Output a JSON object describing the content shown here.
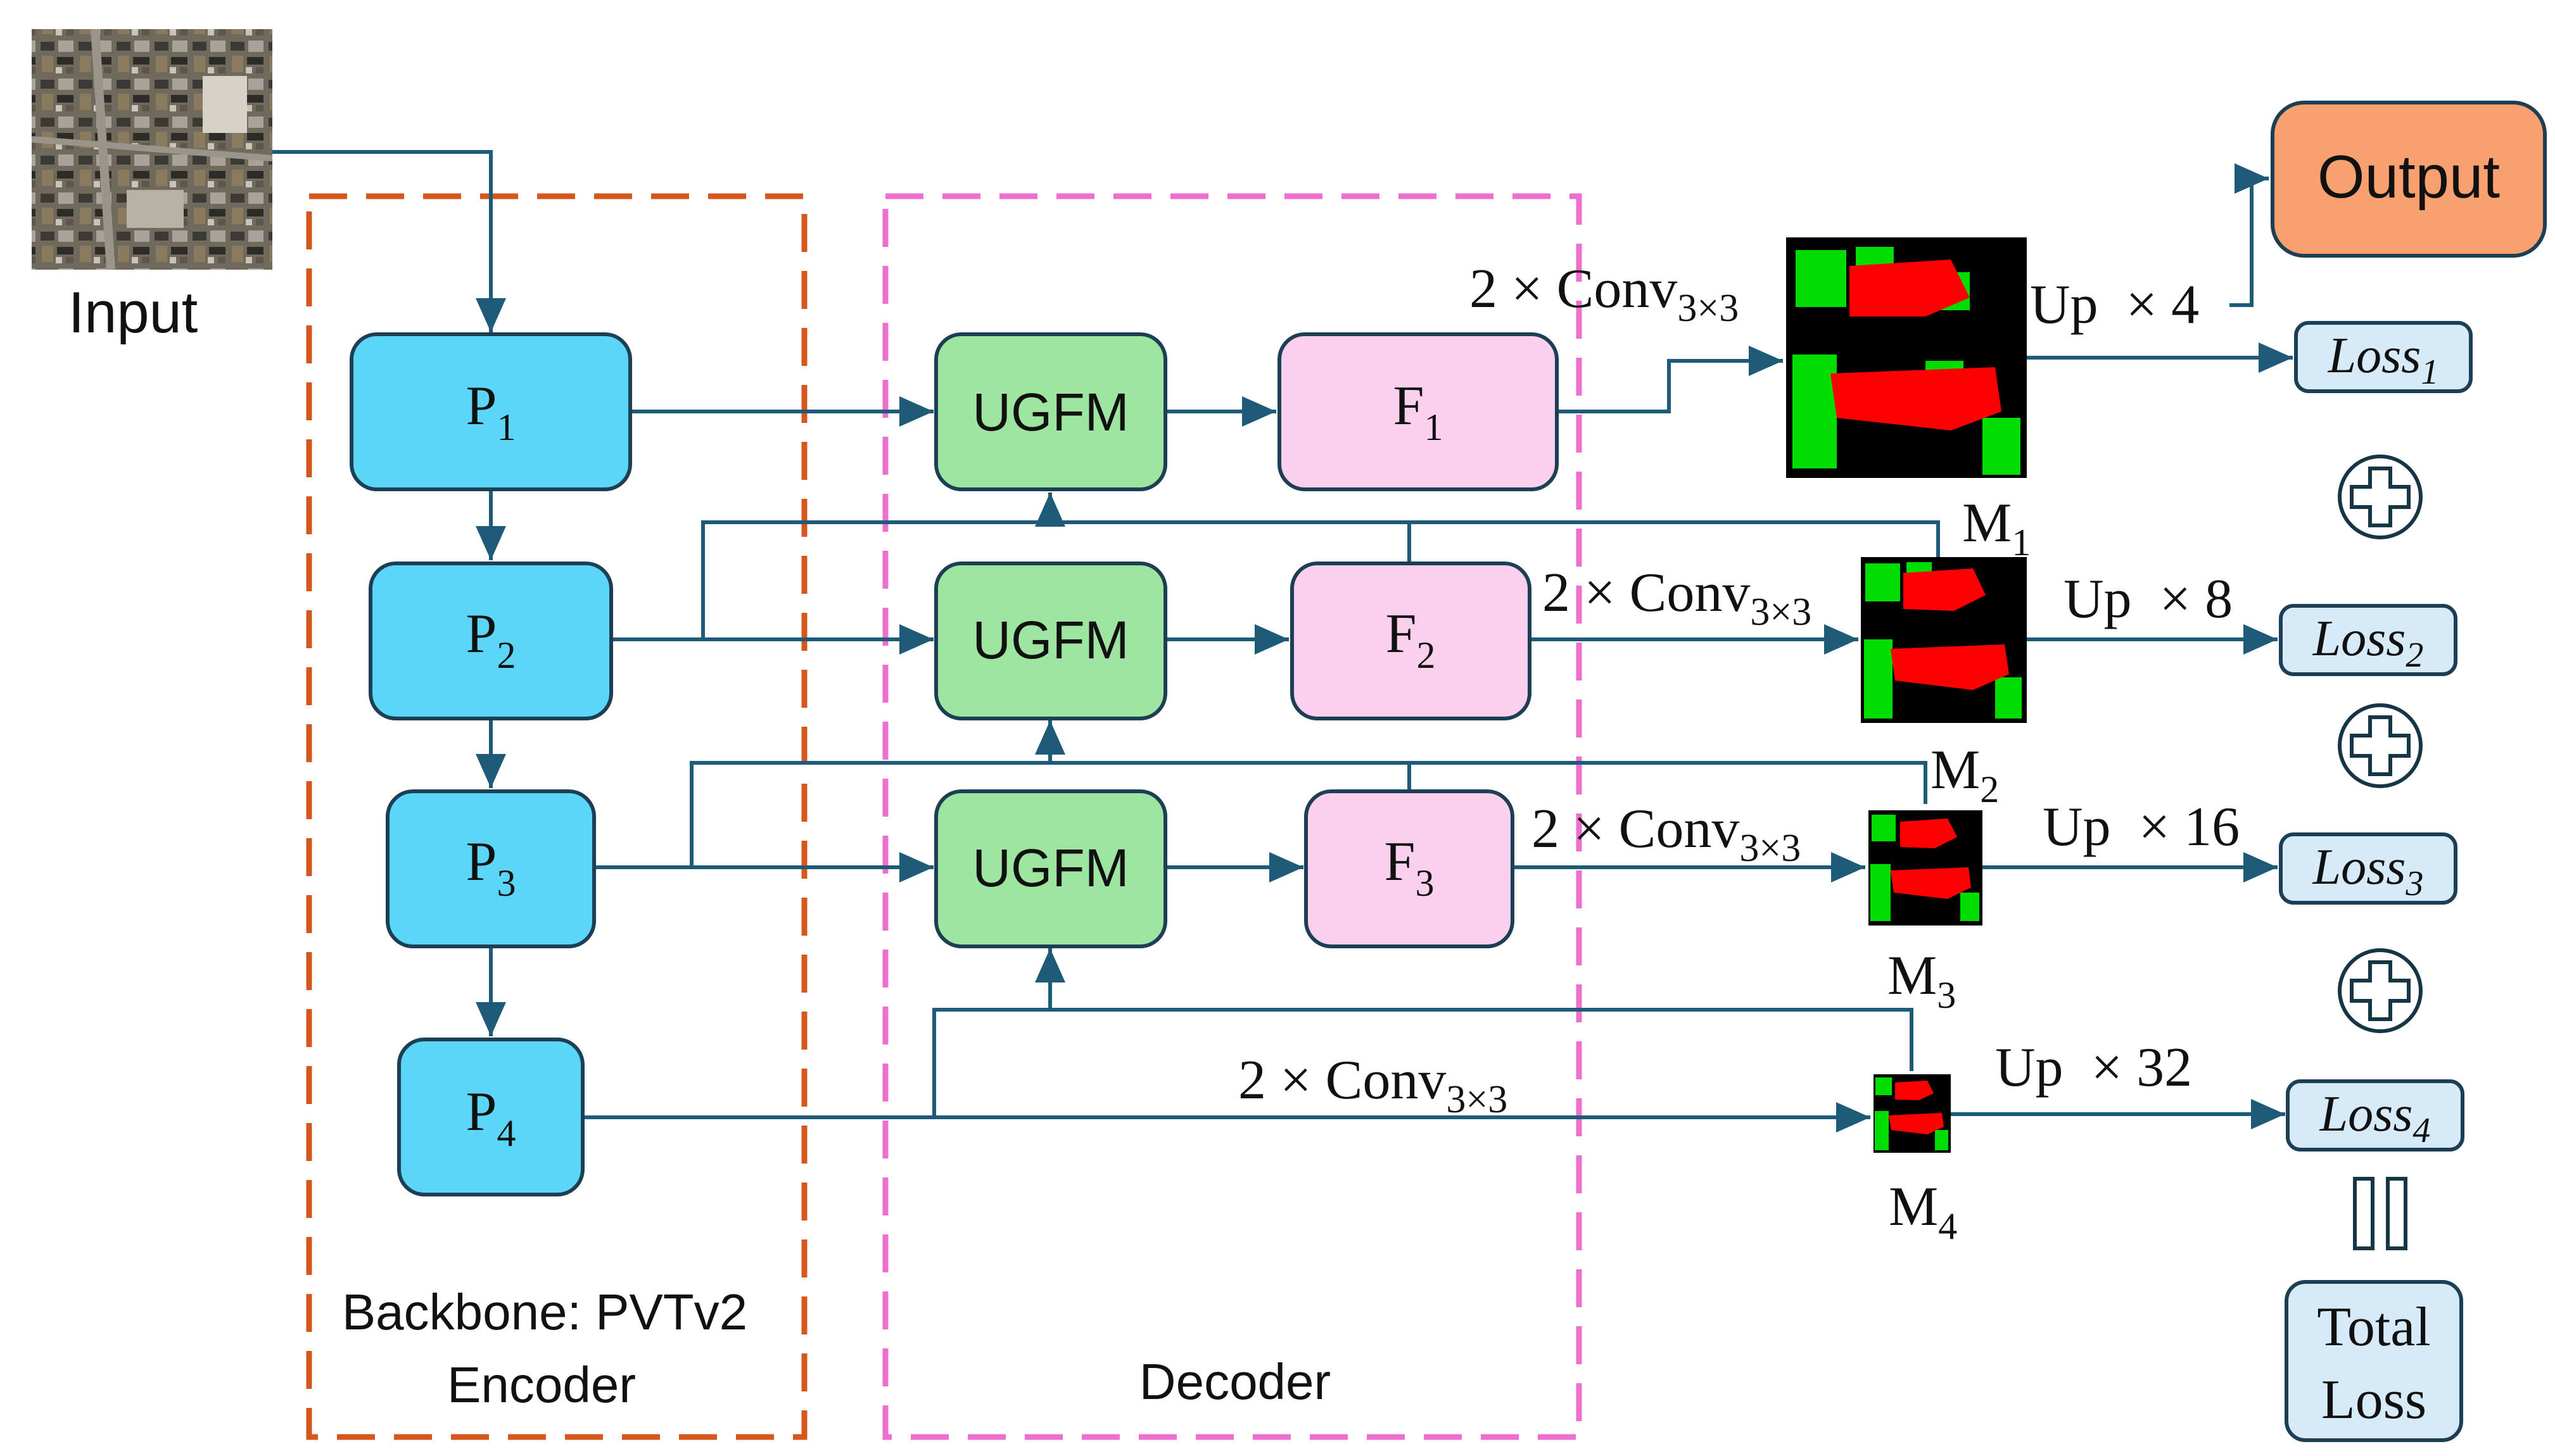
{
  "labels": {
    "input": "Input",
    "output": "Output",
    "backbone": "Backbone: PVTv2",
    "encoder": "Encoder",
    "decoder": "Decoder",
    "total_loss_line1": "Total",
    "total_loss_line2": "Loss"
  },
  "encoder_blocks": [
    {
      "base": "P",
      "sub": "1"
    },
    {
      "base": "P",
      "sub": "2"
    },
    {
      "base": "P",
      "sub": "3"
    },
    {
      "base": "P",
      "sub": "4"
    }
  ],
  "ugfm_blocks": [
    "UGFM",
    "UGFM",
    "UGFM"
  ],
  "fusion_blocks": [
    {
      "base": "F",
      "sub": "1"
    },
    {
      "base": "F",
      "sub": "2"
    },
    {
      "base": "F",
      "sub": "3"
    }
  ],
  "conv_label": {
    "base": "2 × Conv",
    "sub": "3×3"
  },
  "mask_labels": [
    {
      "base": "M",
      "sub": "1"
    },
    {
      "base": "M",
      "sub": "2"
    },
    {
      "base": "M",
      "sub": "3"
    },
    {
      "base": "M",
      "sub": "4"
    }
  ],
  "upsample_labels": [
    "Up  × 4",
    "Up  × 8",
    "Up  × 16",
    "Up  × 32"
  ],
  "loss_labels": [
    {
      "base": "Loss",
      "sub": "1"
    },
    {
      "base": "Loss",
      "sub": "2"
    },
    {
      "base": "Loss",
      "sub": "3"
    },
    {
      "base": "Loss",
      "sub": "4"
    }
  ],
  "colors": {
    "encoder_block": "#5bd6f7",
    "ugfm_block": "#9ee6a0",
    "fusion_block": "#fbd0ec",
    "output_block": "#f9a071",
    "loss_block": "#d6eaf8",
    "arrow": "#1d5b79",
    "encoder_frame": "#d4581c",
    "decoder_frame": "#ef6fcf",
    "mask_building": "#ff0000",
    "mask_background": "#00dd00"
  }
}
